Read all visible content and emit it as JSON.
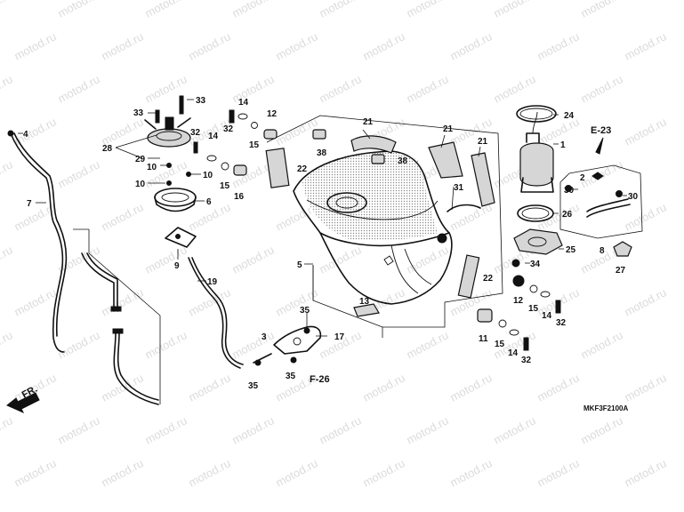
{
  "watermark": "motod.ru",
  "diagram_code": "MKF3F2100A",
  "section_refs": {
    "upper_right": "E-23",
    "lower_middle": "F-26"
  },
  "direction_label": "FR.",
  "callouts": {
    "c33a": "33",
    "c33b": "33",
    "c32a": "32",
    "c14a": "14",
    "c28": "28",
    "c29": "29",
    "c10a": "10",
    "c10b": "10",
    "c10c": "10",
    "c6": "6",
    "c9": "9",
    "c4": "4",
    "c7": "7",
    "c19": "19",
    "c32b": "32",
    "c14b": "14",
    "c15a": "15",
    "c12a": "12",
    "c22a": "22",
    "c15b": "15",
    "c16": "16",
    "c38a": "38",
    "c38b": "38",
    "c21a": "21",
    "c21b": "21",
    "c21c": "21",
    "c31": "31",
    "c5": "5",
    "c13": "13",
    "c22b": "22",
    "c24": "24",
    "c1": "1",
    "c2": "2",
    "c30a": "30",
    "c30b": "30",
    "c26": "26",
    "c25": "25",
    "c8": "8",
    "c27": "27",
    "c34": "34",
    "c12b": "12",
    "c15c": "15",
    "c14c": "14",
    "c32c": "32",
    "c11": "11",
    "c15d": "15",
    "c14d": "14",
    "c32d": "32",
    "c35a": "35",
    "c3": "3",
    "c17": "17",
    "c35b": "35",
    "c35c": "35"
  }
}
